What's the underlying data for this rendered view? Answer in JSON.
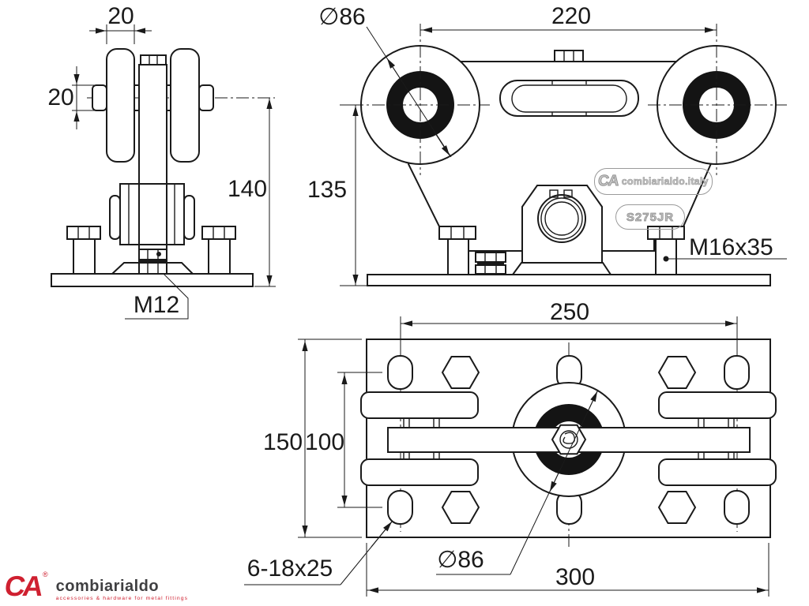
{
  "drawing": {
    "side_view": {
      "dim_wheel_width": "20",
      "dim_axle_height": "20",
      "dim_total_height": "140",
      "thread_label": "M12"
    },
    "front_view": {
      "dim_wheel_diameter": "∅86",
      "dim_wheel_spacing": "220",
      "dim_height": "135",
      "bolt_label": "M16x35",
      "stamp_brand_initials": "CA",
      "stamp_brand": "combiarialdo.italy",
      "stamp_steel_grade": "S275JR"
    },
    "plan_view": {
      "dim_slot_spacing": "250",
      "dim_plate_depth": "150",
      "dim_row_spacing": "100",
      "dim_slots": "6-18x25",
      "dim_wheel_diameter": "∅86",
      "dim_plate_width": "300"
    }
  },
  "logo": {
    "initials": "CA",
    "registered": "®",
    "name": "combiarialdo",
    "tagline": "accessories & hardware for metal fittings"
  },
  "colors": {
    "line": "#1a1a1a",
    "accent_red": "#cf2030",
    "logo_gray": "#3f3f41",
    "stamp_gray": "#9a9a9a"
  }
}
